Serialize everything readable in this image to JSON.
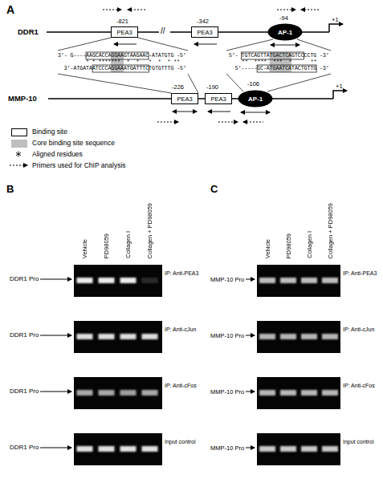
{
  "diagram": {
    "nodes": [
      {
        "text": [
          "PEA3"
        ]
      },
      {
        "text": [
          "PEA3"
        ]
      },
      {
        "text": [
          "AP-1"
        ]
      },
      {
        "text": [
          "PEA3"
        ]
      },
      {
        "text": [
          "PEA3"
        ]
      },
      {
        "text": [
          "AP-1"
        ]
      }
    ],
    "labels": [
      "A",
      "DDR1",
      "-821",
      "//",
      "-342",
      "-94",
      "+1",
      "3’- G----AAGCACCAGGAAGTAAGAAC-ATATGTG -5’",
      "* * *******  *  *   *  *  * **",
      "3’-ATGATAATCCCAGGAAATGATTTCTGTGTTTG -5’",
      "5’- TGTCAGTTATGACTCAGTCCCCTG -3’",
      "**  ****  ***  *      **",
      "5’-----GC-ATGAATCATACTGTTG -3’",
      "MMP-10",
      "-226",
      "-190",
      "-106",
      "+1",
      "B",
      "Vehicle",
      "PD98059",
      "Collagen I",
      "Collagen + PD98059",
      "DDR1 Pro",
      "IP: Anti-PEA3",
      "DDR1 Pro",
      "IP: Anti-cJun",
      "DDR1 Pro",
      "IP: Anti-cFos",
      "DDR1 Pro",
      "Input control",
      "C",
      "Vehicle",
      "PD98059",
      "Collagen I",
      "Collagen + PD98059",
      "MMP-10 Pro",
      "IP: Anti-PEA3",
      "MMP-10 Pro",
      "IP: Anti-cJun",
      "MMP-10 Pro",
      "IP: Anti-cFos",
      "MMP-10 Pro",
      "Input control"
    ],
    "legend": [
      {
        "text": "Binding site",
        "color": "#ffffff"
      },
      {
        "text": "Core binding site sequence",
        "color": "#bfbfbf"
      },
      {
        "text": "Aligned residues"
      },
      {
        "text": "Primers used for ChIP analysis"
      }
    ]
  }
}
